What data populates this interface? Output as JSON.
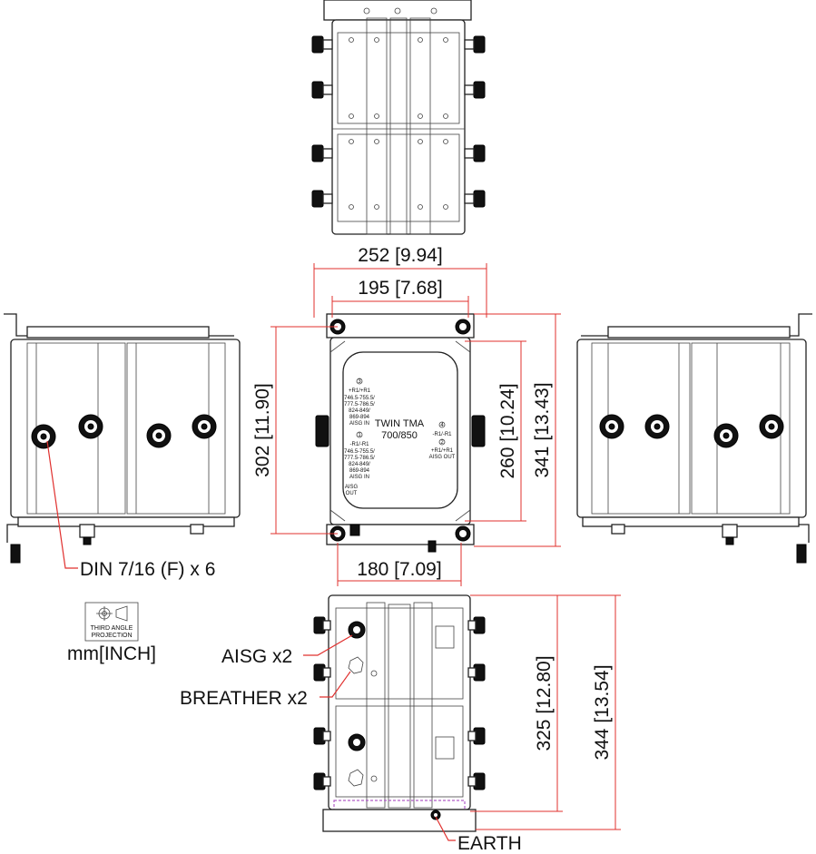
{
  "dimensions": {
    "width_overall": "252 [9.94]",
    "width_holes": "195 [7.68]",
    "height_front": "302 [11.90]",
    "height_inner": "260 [10.24]",
    "height_overall": "341 [13.43]",
    "width_bottom": "180 [7.09]",
    "height_bottom_body": "325 [12.80]",
    "height_bottom_overall": "344 [13.54]"
  },
  "callouts": {
    "din": "DIN 7/16 (F) x 6",
    "aisg": "AISG x2",
    "breather": "BREATHER x2",
    "earth": "EARTH"
  },
  "projection": {
    "line1": "THIRD ANGLE",
    "line2": "PROJECTION",
    "units": "mm[INCH]"
  },
  "label_plate": {
    "product": "TWIN TMA",
    "model": "700/850",
    "port1_title": "+R1/+R1",
    "port1_l1": "746.5-755.5/",
    "port1_l2": "777.5-786.5/",
    "port1_l3": "824-849/",
    "port1_l4": "869-894",
    "port1_l5": "AISG IN",
    "port2_title": "-R1/-R1",
    "port2_l1": "746.5-755.5/",
    "port2_l2": "777.5-786.5/",
    "port2_l3": "824-849/",
    "port2_l4": "869-894",
    "port2_l5": "AISG IN",
    "port3_title": "-R1/-R1",
    "port4_title": "+R1/+R1",
    "port4_l1": "AISG OUT",
    "port5_l1": "AISG",
    "port5_l2": "OUT",
    "num_a": "3",
    "num_b": "1",
    "num_c": "4",
    "num_d": "2"
  },
  "colors": {
    "dimension_line": "#e0302e",
    "outline": "#222222",
    "connector": "#111111",
    "earth_highlight": "#b05cc8"
  }
}
